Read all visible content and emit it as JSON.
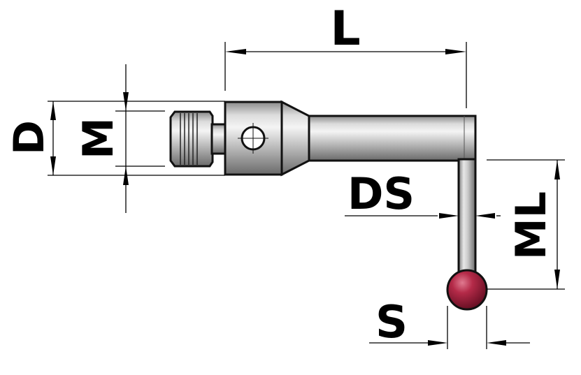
{
  "labels": {
    "length": "L",
    "shaft_diameter": "D",
    "thread": "M",
    "stem_diameter": "DS",
    "measuring_length": "ML",
    "ball_diameter": "S"
  },
  "colors": {
    "outline": "#111111",
    "dimension_line": "#000000",
    "metal_light": "#e6e6e6",
    "metal_mid": "#b8b8b8",
    "metal_dark": "#6f6f6f",
    "ruby": "#9b1b36",
    "ruby_highlight": "#e07a90"
  }
}
